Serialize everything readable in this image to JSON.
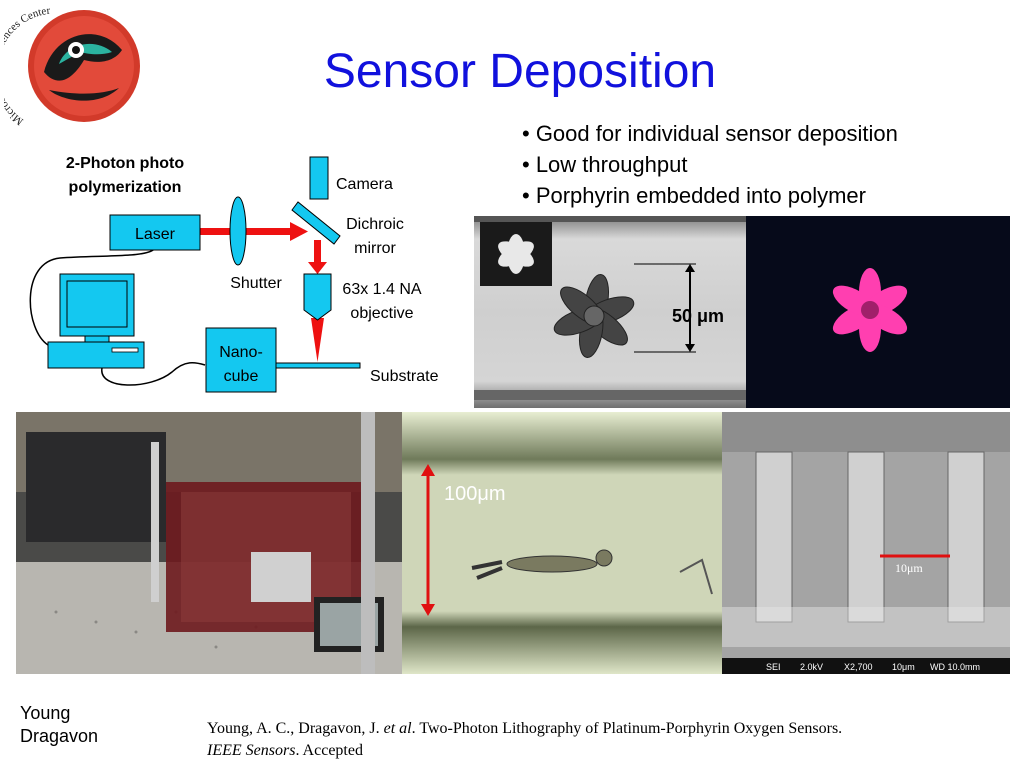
{
  "logo": {
    "text": "Microscale Life Sciences Center",
    "icon": "mlsc-salmon-emblem"
  },
  "title": "Sensor Deposition",
  "bullets": [
    "• Good for individual sensor deposition",
    "• Low throughput",
    "• Porphyrin embedded into polymer"
  ],
  "diagram": {
    "heading_line1": "2-Photon photo",
    "heading_line2": "polymerization",
    "laser": "Laser",
    "camera": "Camera",
    "dichroic_line1": "Dichroic",
    "dichroic_line2": "mirror",
    "shutter": "Shutter",
    "objective_line1": "63x 1.4 NA",
    "objective_line2": "objective",
    "nanocube_line1": "Nano-",
    "nanocube_line2": "cube",
    "substrate": "Substrate",
    "colors": {
      "component": "#14c8f0",
      "beam": "#ee1111"
    }
  },
  "micrographs": {
    "scale_50": "50 μm",
    "scale_100": "100μm",
    "scale_10": "10μm",
    "sem_footer": [
      "SEI",
      "2.0kV",
      "X2,700",
      "10μm",
      "WD 10.0mm"
    ]
  },
  "authors": {
    "line1": "Young",
    "line2": "Dragavon"
  },
  "citation": {
    "part1": "Young, A. C., Dragavon, J. ",
    "etal": "et al",
    "part2": ". Two-Photon Lithography of Platinum-Porphyrin Oxygen Sensors.",
    "journal": "IEEE Sensors",
    "part3": ".  Accepted"
  }
}
